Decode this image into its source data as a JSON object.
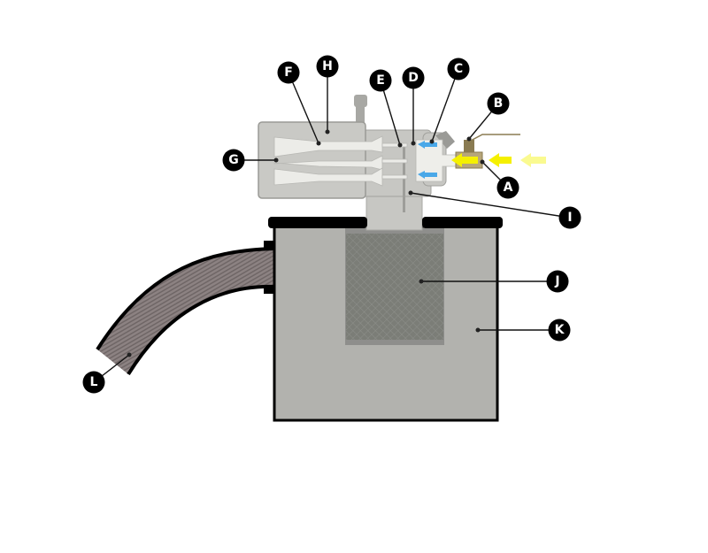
{
  "diagram": {
    "labels": {
      "A": "A",
      "B": "B",
      "C": "C",
      "D": "D",
      "E": "E",
      "F": "F",
      "G": "G",
      "H": "H",
      "I": "I",
      "J": "J",
      "K": "K",
      "L": "L"
    },
    "colors": {
      "tank": "#b2b2ae",
      "filter": "#7b7d77",
      "housing": "#c9c9c5",
      "hose": "#8c8282",
      "flow_arrow": "#f5f000",
      "flow_arrow_faded": "#fafa90",
      "air_jet": "#4aa8e8",
      "valve": "#b7a67a"
    }
  }
}
